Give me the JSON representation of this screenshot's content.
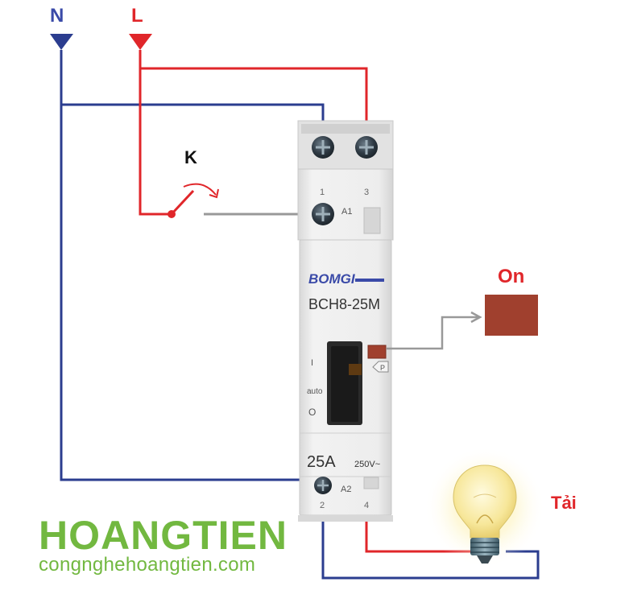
{
  "labels": {
    "neutral": "N",
    "live": "L",
    "switch": "K",
    "indicator": "On",
    "load": "Tải"
  },
  "device": {
    "brand": "BOMGI",
    "model": "BCH8-25M",
    "rating_current": "25A",
    "rating_voltage": "250V~",
    "terminal_1": "1",
    "terminal_3": "3",
    "terminal_2": "2",
    "terminal_4": "4",
    "coil_a1": "A1",
    "coil_a2": "A2",
    "mode_on": "I",
    "mode_auto": "auto",
    "mode_off": "O",
    "indicator_p": "P"
  },
  "watermark": {
    "name": "HOANGTIEN",
    "url": "congnghehoangtien.com"
  },
  "colors": {
    "neutral_wire": "#2b3d8f",
    "live_wire": "#e0262a",
    "control_wire": "#999999",
    "indicator": "#a0402e",
    "brand_green": "#72b840",
    "device_body": "#ececec",
    "label_blue": "#3a4aa8",
    "label_red": "#e0262a"
  },
  "icons": {
    "terminal": "screw-icon",
    "load": "light-bulb-icon",
    "supply": "triangle-down-icon"
  }
}
